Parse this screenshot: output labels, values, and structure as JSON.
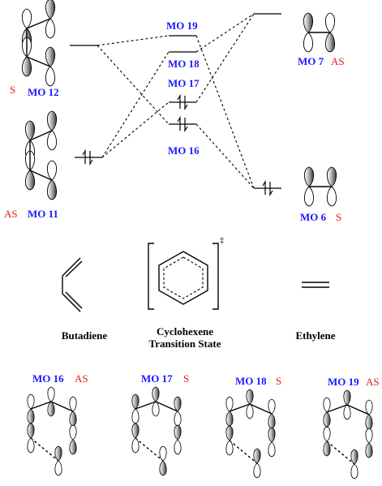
{
  "orbitals": {
    "butadiene_mo12": {
      "name": "MO 12",
      "sym": "S"
    },
    "butadiene_mo11": {
      "name": "MO 11",
      "sym": "AS"
    },
    "ethylene_mo7": {
      "name": "MO 7",
      "sym": "AS"
    },
    "ethylene_mo6": {
      "name": "MO 6",
      "sym": "S"
    },
    "ts_mo19": {
      "name": "MO 19"
    },
    "ts_mo18": {
      "name": "MO 18"
    },
    "ts_mo17": {
      "name": "MO 17"
    },
    "ts_mo16": {
      "name": "MO 16"
    }
  },
  "structures": {
    "butadiene": "Butadiene",
    "ts_line1": "Cyclohexene",
    "ts_line2": "Transition State",
    "ethylene": "Ethylene",
    "ts_symbol": "‡"
  },
  "bottom_row": [
    {
      "name": "MO 16",
      "sym": "AS"
    },
    {
      "name": "MO 17",
      "sym": "S"
    },
    {
      "name": "MO 18",
      "sym": "S"
    },
    {
      "name": "MO 19",
      "sym": "AS"
    }
  ]
}
